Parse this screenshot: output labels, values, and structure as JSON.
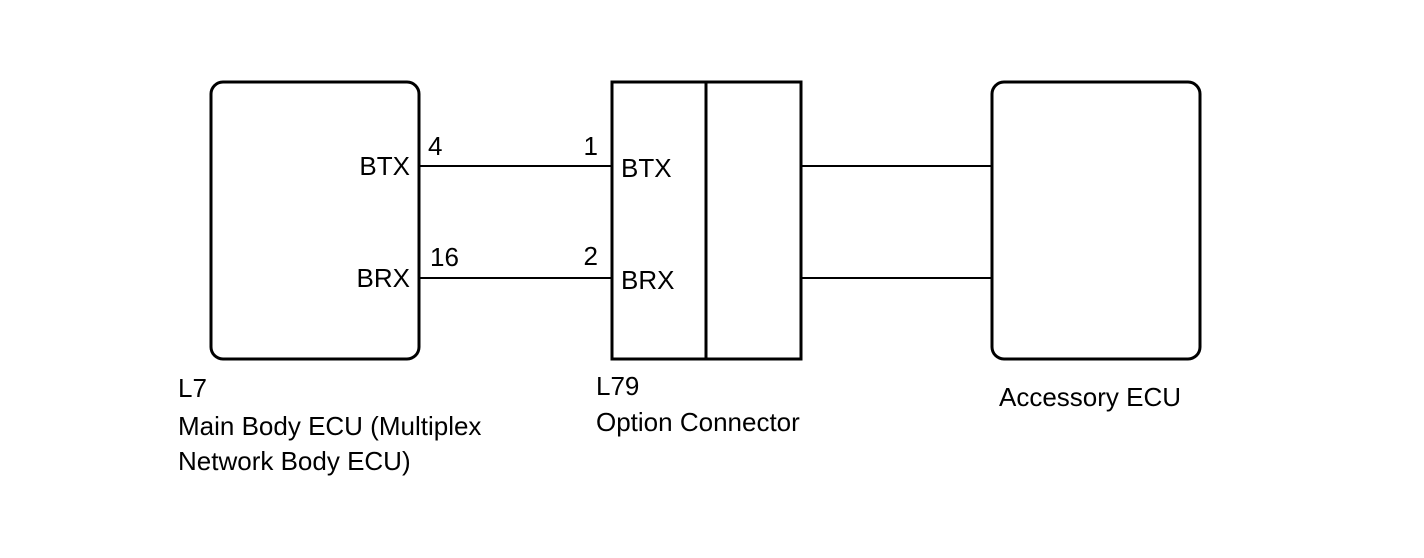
{
  "main_ecu": {
    "code": "L7",
    "name_line1": "Main Body ECU (Multiplex",
    "name_line2": "Network Body ECU)",
    "pins": [
      {
        "name": "BTX",
        "number": "4"
      },
      {
        "name": "BRX",
        "number": "16"
      }
    ]
  },
  "connector": {
    "code": "L79",
    "name": "Option Connector",
    "pins": [
      {
        "name": "BTX",
        "number": "1"
      },
      {
        "name": "BRX",
        "number": "2"
      }
    ]
  },
  "accessory_ecu": {
    "name": "Accessory ECU"
  }
}
